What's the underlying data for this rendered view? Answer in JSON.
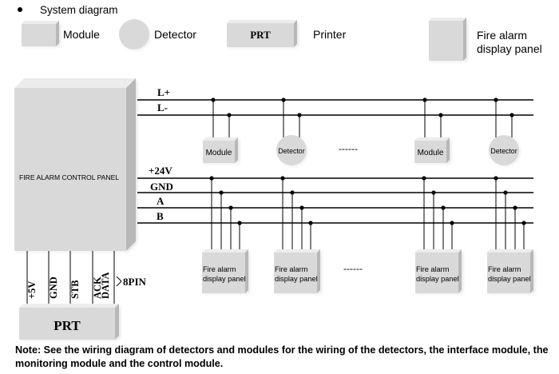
{
  "title": "System diagram",
  "legend": {
    "module": "Module",
    "detector": "Detector",
    "prt": "PRT",
    "printer": "Printer",
    "display_line1": "Fire alarm",
    "display_line2": "display panel"
  },
  "control_panel_label": "FIRE ALARM CONTROL PANEL",
  "buses": {
    "l_plus": "L+",
    "l_minus": "L-",
    "v24": "+24V",
    "gnd": "GND",
    "a": "A",
    "b": "B"
  },
  "devices": {
    "module": "Module",
    "detector": "Detector",
    "display_line1": "Fire alarm",
    "display_line2": "display panel",
    "ellipsis": "------"
  },
  "pins": [
    "+5V",
    "GND",
    "STB",
    "ACK",
    "DATA"
  ],
  "pin_label": "8PIN",
  "prt_label": "PRT",
  "note": "Note: See the wiring diagram of detectors and modules for the wiring of the detectors, the interface module, the monitoring module and the control module.",
  "colors": {
    "box_face": "#d9d9d9",
    "box_top": "#ececec",
    "box_side": "#b8b8b8",
    "line": "#000000"
  }
}
